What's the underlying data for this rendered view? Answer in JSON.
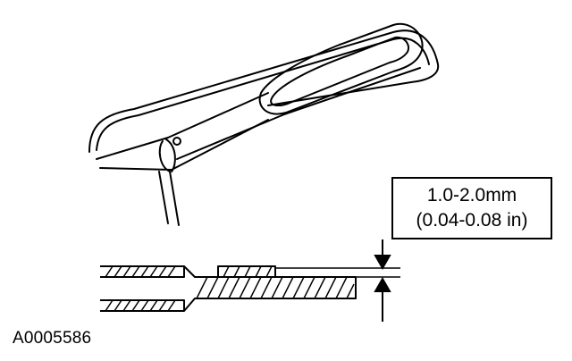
{
  "callout": {
    "metric": "1.0-2.0mm",
    "imperial": "(0.04-0.08 in)"
  },
  "figure_id": "A0005586"
}
